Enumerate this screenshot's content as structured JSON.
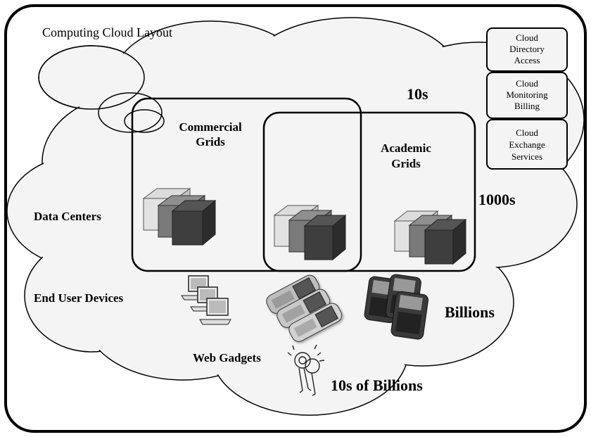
{
  "title": "Computing Cloud Layout",
  "services": [
    "Cloud Directory Access",
    "Cloud Monitoring Billing",
    "Cloud Exchange Services"
  ],
  "services_lines": [
    [
      "Cloud",
      "Directory",
      "Access"
    ],
    [
      "Cloud",
      "Monitoring",
      "Billing"
    ],
    [
      "Cloud",
      "Exchange",
      "Services"
    ]
  ],
  "labels": {
    "commercial_line1": "Commercial",
    "commercial_line2": "Grids",
    "academic_line1": "Academic",
    "academic_line2": "Grids",
    "data_centers": "Data Centers",
    "end_user_devices": "End User Devices",
    "web_gadgets": "Web Gadgets"
  },
  "scale_labels": {
    "tens": "10s",
    "thousands": "1000s",
    "billions": "Billions",
    "tens_of_billions": "10s of Billions"
  },
  "icons": [
    "server-cube-icon",
    "desktop-computer-icon",
    "mobile-phone-icon",
    "smartphone-icon",
    "key-gadget-icon"
  ]
}
